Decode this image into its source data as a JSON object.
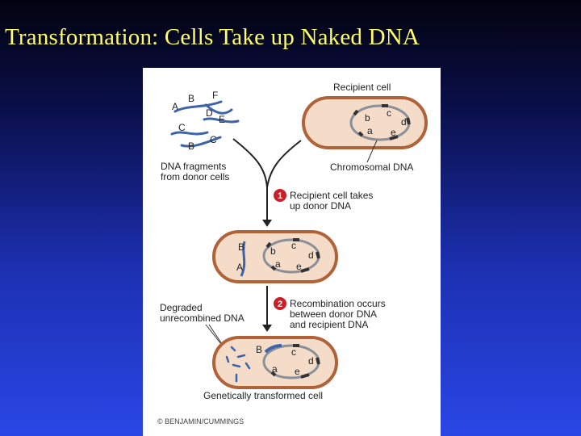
{
  "slide": {
    "title": "Transformation:  Cells Take up Naked DNA",
    "colors": {
      "title": "#ffff66",
      "background_top": "#03030f",
      "background_bottom": "#2a47e6",
      "panel": "#ffffff"
    }
  },
  "figure": {
    "colors": {
      "cell_fill": "#f4dcc8",
      "cell_border": "#b06238",
      "chromosome": "#8a8f99",
      "donor_dna": "#3d63a8",
      "step_badge": "#c8202a",
      "arrow": "#222222"
    },
    "labels": {
      "recipient_cell": "Recipient cell",
      "chromosomal_dna": "Chromosomal DNA",
      "dna_fragments_line1": "DNA fragments",
      "dna_fragments_line2": "from donor cells",
      "degraded_line1": "Degraded",
      "degraded_line2": "unrecombined DNA",
      "transformed_cell": "Genetically transformed cell",
      "credit": "© BENJAMIN/CUMMINGS"
    },
    "steps": [
      {
        "number": "1",
        "line1": "Recipient cell takes",
        "line2": "up donor DNA"
      },
      {
        "number": "2",
        "line1": "Recombination occurs",
        "line2": "between donor DNA",
        "line3": "and recipient DNA"
      }
    ],
    "fragments": {
      "a": "A",
      "b1": "B",
      "f": "F",
      "d": "D",
      "e": "E",
      "c1": "C",
      "b2": "B",
      "c2": "C"
    },
    "cell1_genes": {
      "b": "b",
      "c": "c",
      "d": "d",
      "a": "a",
      "e": "e"
    },
    "cell2_genes": {
      "B": "B",
      "A": "A",
      "b": "b",
      "c": "c",
      "d": "d",
      "a": "a",
      "e": "e"
    },
    "cell3_genes": {
      "B": "B",
      "c": "c",
      "d": "d",
      "a": "a",
      "e": "e"
    }
  }
}
